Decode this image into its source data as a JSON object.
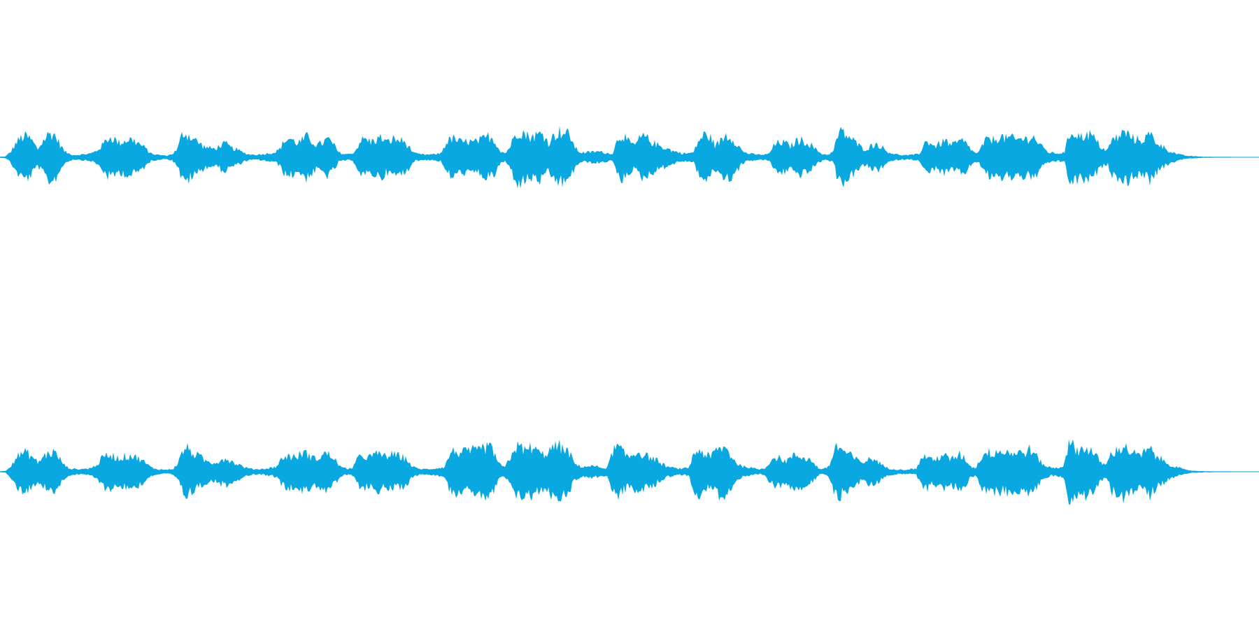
{
  "waveform": {
    "color": "#0aa8e0",
    "channel_count": 2,
    "channels": [
      {
        "name": "",
        "envelope": [
          0.02,
          0.03,
          0.2,
          0.55,
          0.75,
          0.8,
          0.62,
          0.3,
          0.62,
          0.88,
          0.9,
          0.55,
          0.22,
          0.12,
          0.08,
          0.1,
          0.12,
          0.15,
          0.25,
          0.45,
          0.72,
          0.75,
          0.55,
          0.6,
          0.7,
          0.62,
          0.5,
          0.35,
          0.15,
          0.1,
          0.08,
          0.06,
          0.12,
          0.3,
          0.95,
          0.85,
          0.7,
          0.55,
          0.4,
          0.35,
          0.32,
          0.45,
          0.52,
          0.35,
          0.3,
          0.2,
          0.12,
          0.1,
          0.1,
          0.12,
          0.15,
          0.18,
          0.3,
          0.65,
          0.72,
          0.55,
          0.6,
          0.78,
          0.62,
          0.45,
          0.55,
          0.7,
          0.5,
          0.18,
          0.12,
          0.12,
          0.2,
          0.62,
          0.7,
          0.58,
          0.68,
          0.75,
          0.55,
          0.7,
          0.65,
          0.62,
          0.42,
          0.15,
          0.12,
          0.1,
          0.1,
          0.12,
          0.15,
          0.55,
          0.72,
          0.65,
          0.55,
          0.62,
          0.55,
          0.62,
          0.7,
          0.8,
          0.65,
          0.25,
          0.15,
          0.45,
          0.95,
          1.0,
          0.82,
          0.78,
          0.85,
          0.9,
          0.55,
          0.8,
          0.98,
          0.92,
          0.85,
          0.35,
          0.18,
          0.18,
          0.2,
          0.22,
          0.2,
          0.15,
          0.15,
          0.75,
          0.85,
          0.55,
          0.45,
          0.7,
          0.8,
          0.6,
          0.5,
          0.4,
          0.35,
          0.25,
          0.2,
          0.15,
          0.15,
          0.18,
          0.65,
          0.85,
          0.8,
          0.45,
          0.6,
          0.85,
          0.75,
          0.55,
          0.25,
          0.15,
          0.12,
          0.1,
          0.1,
          0.12,
          0.45,
          0.58,
          0.55,
          0.4,
          0.6,
          0.65,
          0.58,
          0.45,
          0.25,
          0.12,
          0.1,
          0.2,
          0.95,
          0.92,
          0.75,
          0.6,
          0.4,
          0.3,
          0.42,
          0.52,
          0.4,
          0.22,
          0.15,
          0.1,
          0.08,
          0.08,
          0.1,
          0.12,
          0.55,
          0.58,
          0.4,
          0.55,
          0.62,
          0.45,
          0.55,
          0.62,
          0.48,
          0.2,
          0.15,
          0.55,
          0.72,
          0.65,
          0.82,
          0.7,
          0.75,
          0.65,
          0.72,
          0.68,
          0.82,
          0.6,
          0.35,
          0.2,
          0.15,
          0.15,
          0.18,
          0.92,
          0.95,
          0.75,
          0.88,
          0.85,
          0.6,
          0.35,
          0.25,
          0.7,
          0.75,
          0.95,
          0.85,
          0.7,
          0.65,
          0.72,
          0.88,
          0.6,
          0.45,
          0.3,
          0.2,
          0.12,
          0.08,
          0.05,
          0.04,
          0.03,
          0.02,
          0.02,
          0.01,
          0.01,
          0.01,
          0.01
        ],
        "labels": []
      },
      {
        "name": "",
        "envelope": [
          0.02,
          0.03,
          0.25,
          0.55,
          0.7,
          0.72,
          0.55,
          0.35,
          0.58,
          0.7,
          0.75,
          0.5,
          0.22,
          0.12,
          0.1,
          0.1,
          0.12,
          0.15,
          0.3,
          0.55,
          0.65,
          0.6,
          0.5,
          0.58,
          0.62,
          0.55,
          0.48,
          0.3,
          0.15,
          0.1,
          0.08,
          0.08,
          0.12,
          0.4,
          0.95,
          0.8,
          0.65,
          0.55,
          0.4,
          0.35,
          0.38,
          0.48,
          0.5,
          0.35,
          0.28,
          0.18,
          0.12,
          0.1,
          0.1,
          0.12,
          0.15,
          0.2,
          0.5,
          0.62,
          0.55,
          0.6,
          0.75,
          0.62,
          0.48,
          0.58,
          0.7,
          0.62,
          0.4,
          0.15,
          0.12,
          0.15,
          0.5,
          0.62,
          0.55,
          0.62,
          0.72,
          0.58,
          0.65,
          0.62,
          0.58,
          0.48,
          0.2,
          0.12,
          0.1,
          0.1,
          0.12,
          0.15,
          0.18,
          0.72,
          0.8,
          0.7,
          0.75,
          0.82,
          0.75,
          0.9,
          0.95,
          0.78,
          0.3,
          0.15,
          0.5,
          0.95,
          0.92,
          0.8,
          0.95,
          0.78,
          0.65,
          0.75,
          0.9,
          1.0,
          0.85,
          0.7,
          0.3,
          0.2,
          0.2,
          0.22,
          0.2,
          0.15,
          0.15,
          0.8,
          0.95,
          0.7,
          0.55,
          0.72,
          0.75,
          0.6,
          0.55,
          0.45,
          0.3,
          0.2,
          0.15,
          0.12,
          0.12,
          0.15,
          0.7,
          0.85,
          0.65,
          0.55,
          0.8,
          0.92,
          0.85,
          0.55,
          0.3,
          0.2,
          0.18,
          0.12,
          0.1,
          0.12,
          0.42,
          0.55,
          0.5,
          0.4,
          0.58,
          0.62,
          0.55,
          0.5,
          0.35,
          0.12,
          0.1,
          0.25,
          0.95,
          0.9,
          0.72,
          0.6,
          0.45,
          0.35,
          0.45,
          0.5,
          0.38,
          0.2,
          0.12,
          0.1,
          0.08,
          0.08,
          0.1,
          0.12,
          0.55,
          0.62,
          0.4,
          0.55,
          0.68,
          0.45,
          0.55,
          0.65,
          0.5,
          0.2,
          0.15,
          0.6,
          0.75,
          0.7,
          0.85,
          0.7,
          0.8,
          0.68,
          0.72,
          0.75,
          0.85,
          0.62,
          0.35,
          0.2,
          0.15,
          0.15,
          0.2,
          1.0,
          0.98,
          0.8,
          0.92,
          0.85,
          0.62,
          0.35,
          0.25,
          0.75,
          0.8,
          0.98,
          0.85,
          0.7,
          0.6,
          0.72,
          0.88,
          0.62,
          0.5,
          0.35,
          0.25,
          0.18,
          0.1,
          0.06,
          0.04,
          0.03,
          0.02,
          0.02,
          0.01,
          0.01,
          0.01,
          0.01
        ],
        "labels": []
      }
    ]
  }
}
